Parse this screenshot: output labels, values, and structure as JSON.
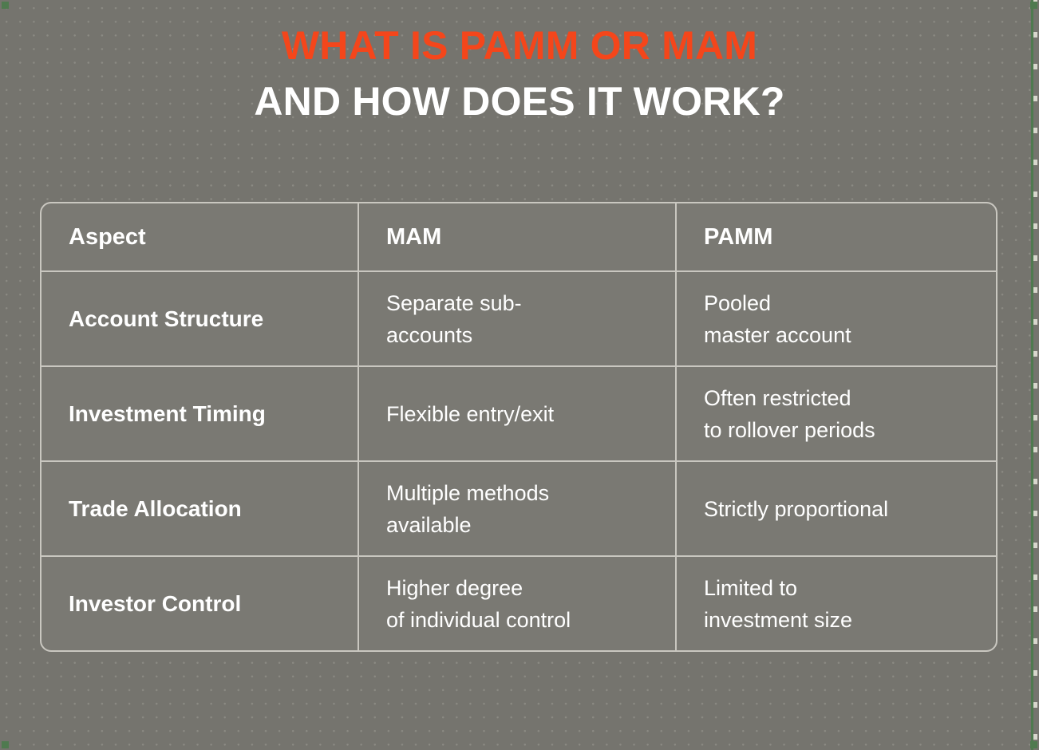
{
  "heading": {
    "line1": "WHAT IS PAMM OR MAM",
    "line2": "AND HOW DOES IT WORK?",
    "line1_color": "#F4461B",
    "line2_color": "#FFFFFF"
  },
  "theme": {
    "background": "#75746E",
    "dot_color": "#8B8A83",
    "table_border": "#C9C7C0",
    "table_fill": "#7A7973",
    "accent_edge": "#4F7A4F"
  },
  "table": {
    "headers": [
      "Aspect",
      "MAM",
      "PAMM"
    ],
    "rows": [
      {
        "aspect": "Account Structure",
        "mam": "Separate sub-\naccounts",
        "pamm": "Pooled\nmaster account"
      },
      {
        "aspect": "Investment Timing",
        "mam": "Flexible entry/exit",
        "pamm": "Often restricted\nto rollover periods"
      },
      {
        "aspect": "Trade Allocation",
        "mam": "Multiple methods\navailable",
        "pamm": "Strictly proportional"
      },
      {
        "aspect": "Investor Control",
        "mam": "Higher degree\nof individual control",
        "pamm": "Limited to\ninvestment size"
      }
    ]
  }
}
